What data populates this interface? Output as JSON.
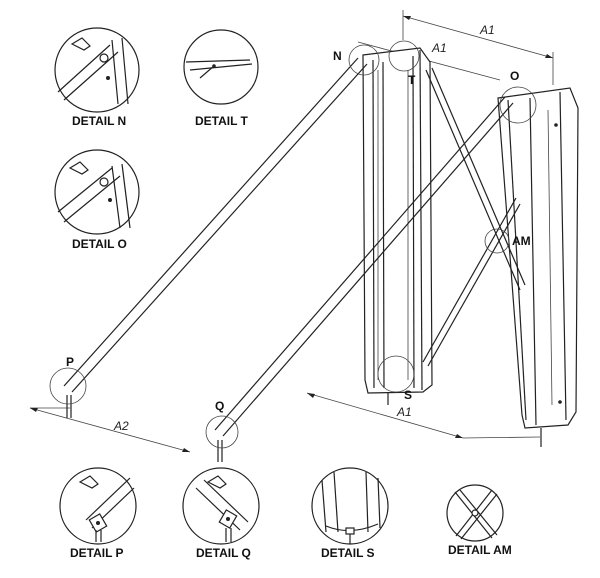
{
  "callouts": {
    "n": "N",
    "t": "T",
    "o": "O",
    "am": "AM",
    "p": "P",
    "q": "Q",
    "s": "S"
  },
  "dimensions": {
    "a1_top": "A1",
    "a1_short": "A1",
    "a1_bottom": "A1",
    "a2": "A2"
  },
  "details": {
    "n": "DETAIL N",
    "t": "DETAIL T",
    "o": "DETAIL O",
    "p": "DETAIL P",
    "q": "DETAIL Q",
    "s": "DETAIL S",
    "am": "DETAIL AM"
  }
}
